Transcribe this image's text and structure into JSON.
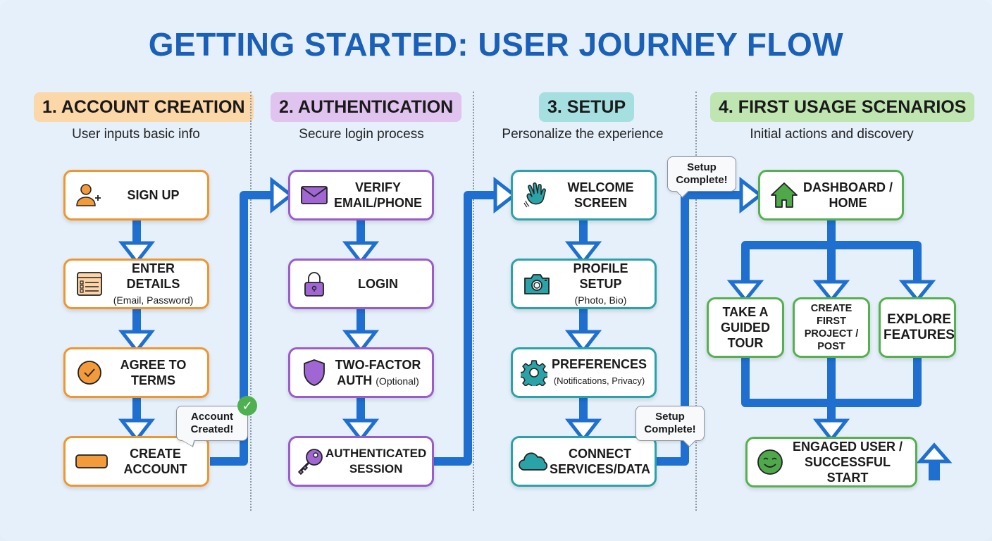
{
  "title": "GETTING STARTED: USER JOURNEY FLOW",
  "colors": {
    "title": "#1a5fb8",
    "arrow": "#1e6fd0",
    "phase1": "#f0962e",
    "phase2": "#9a5ccb",
    "phase3": "#2aa3a8",
    "phase4": "#55b04f"
  },
  "phases": [
    {
      "label": "1. ACCOUNT CREATION",
      "subtitle": "User inputs basic info",
      "steps": [
        {
          "icon": "user-plus-icon",
          "title": "SIGN UP",
          "detail": ""
        },
        {
          "icon": "form-icon",
          "title": "ENTER DETAILS",
          "detail": "(Email, Password)"
        },
        {
          "icon": "checkmark-circle-icon",
          "title": "AGREE TO TERMS",
          "detail": ""
        },
        {
          "icon": "button-icon",
          "title": "CREATE ACCOUNT",
          "detail": ""
        }
      ],
      "callout": "Account Created!"
    },
    {
      "label": "2. AUTHENTICATION",
      "subtitle": "Secure login process",
      "steps": [
        {
          "icon": "envelope-icon",
          "title": "VERIFY EMAIL/PHONE",
          "detail": ""
        },
        {
          "icon": "lock-icon",
          "title": "LOGIN",
          "detail": ""
        },
        {
          "icon": "shield-icon",
          "title": "TWO-FACTOR AUTH",
          "detail": "(Optional)"
        },
        {
          "icon": "key-icon",
          "title": "AUTHENTICATED SESSION",
          "detail": ""
        }
      ]
    },
    {
      "label": "3. SETUP",
      "subtitle": "Personalize the experience",
      "steps": [
        {
          "icon": "waving-hand-icon",
          "title": "WELCOME SCREEN",
          "detail": ""
        },
        {
          "icon": "camera-icon",
          "title": "PROFILE SETUP",
          "detail": "(Photo, Bio)"
        },
        {
          "icon": "gear-icon",
          "title": "PREFERENCES",
          "detail": "(Notifications, Privacy)"
        },
        {
          "icon": "cloud-icon",
          "title": "CONNECT SERVICES/DATA",
          "detail": ""
        }
      ],
      "callout": "Setup Complete!"
    },
    {
      "label": "4. FIRST USAGE SCENARIOS",
      "subtitle": "Initial actions and discovery",
      "start": {
        "icon": "home-icon",
        "title": "DASHBOARD / HOME"
      },
      "branches": [
        "TAKE A GUIDED TOUR",
        "CREATE FIRST PROJECT / POST",
        "EXPLORE FEATURES"
      ],
      "end": {
        "icon": "smiley-icon",
        "title": "ENGAGED USER / SUCCESSFUL START"
      },
      "callout": "Setup Complete!"
    }
  ]
}
